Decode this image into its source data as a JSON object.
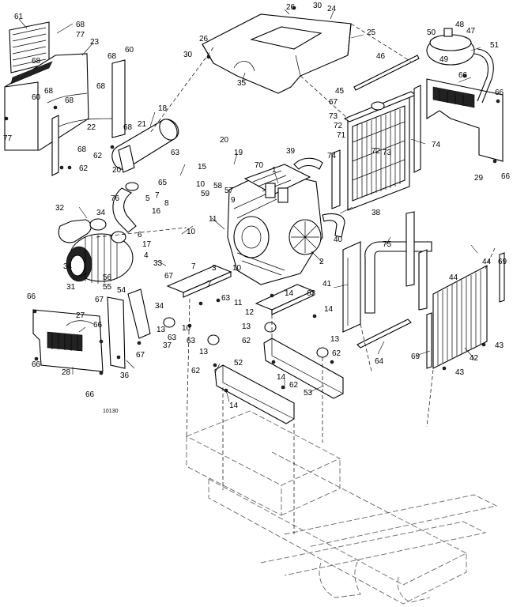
{
  "drawing_id": "10130",
  "callouts": [
    {
      "id": "c61",
      "text": "61"
    },
    {
      "id": "c68a",
      "text": "68"
    },
    {
      "id": "c77a",
      "text": "77"
    },
    {
      "id": "c23",
      "text": "23"
    },
    {
      "id": "c60a",
      "text": "60"
    },
    {
      "id": "c68b",
      "text": "68"
    },
    {
      "id": "c68c",
      "text": "68"
    },
    {
      "id": "c68d",
      "text": "68"
    },
    {
      "id": "c68e",
      "text": "68"
    },
    {
      "id": "c60b",
      "text": "60"
    },
    {
      "id": "c68f",
      "text": "68"
    },
    {
      "id": "c77b",
      "text": "77"
    },
    {
      "id": "c22",
      "text": "22"
    },
    {
      "id": "c68g",
      "text": "68"
    },
    {
      "id": "c68h",
      "text": "68"
    },
    {
      "id": "c62a",
      "text": "62"
    },
    {
      "id": "c62b",
      "text": "62"
    },
    {
      "id": "c18",
      "text": "18"
    },
    {
      "id": "c21",
      "text": "21"
    },
    {
      "id": "c26a",
      "text": "26"
    },
    {
      "id": "c30a",
      "text": "30"
    },
    {
      "id": "c24",
      "text": "24"
    },
    {
      "id": "c25",
      "text": "25"
    },
    {
      "id": "c26b",
      "text": "26"
    },
    {
      "id": "c30b",
      "text": "30"
    },
    {
      "id": "c35",
      "text": "35"
    },
    {
      "id": "c50",
      "text": "50"
    },
    {
      "id": "c48",
      "text": "48"
    },
    {
      "id": "c47",
      "text": "47"
    },
    {
      "id": "c49",
      "text": "49"
    },
    {
      "id": "c51",
      "text": "51"
    },
    {
      "id": "c46",
      "text": "46"
    },
    {
      "id": "c66a",
      "text": "66"
    },
    {
      "id": "c66b",
      "text": "66"
    },
    {
      "id": "c45",
      "text": "45"
    },
    {
      "id": "c67a",
      "text": "67"
    },
    {
      "id": "c73a",
      "text": "73"
    },
    {
      "id": "c72a",
      "text": "72"
    },
    {
      "id": "c71",
      "text": "71"
    },
    {
      "id": "c72b",
      "text": "72"
    },
    {
      "id": "c73b",
      "text": "73"
    },
    {
      "id": "c74a",
      "text": "74"
    },
    {
      "id": "c74b",
      "text": "74"
    },
    {
      "id": "c29",
      "text": "29"
    },
    {
      "id": "c66c",
      "text": "66"
    },
    {
      "id": "c39",
      "text": "39"
    },
    {
      "id": "c38",
      "text": "38"
    },
    {
      "id": "c20a",
      "text": "20"
    },
    {
      "id": "c19",
      "text": "19"
    },
    {
      "id": "c70",
      "text": "70"
    },
    {
      "id": "c1",
      "text": "1"
    },
    {
      "id": "c63a",
      "text": "63"
    },
    {
      "id": "c15",
      "text": "15"
    },
    {
      "id": "c65",
      "text": "65"
    },
    {
      "id": "c10a",
      "text": "10"
    },
    {
      "id": "c58",
      "text": "58"
    },
    {
      "id": "c59",
      "text": "59"
    },
    {
      "id": "c57",
      "text": "57"
    },
    {
      "id": "c9",
      "text": "9"
    },
    {
      "id": "c20b",
      "text": "20"
    },
    {
      "id": "c76",
      "text": "76"
    },
    {
      "id": "c7a",
      "text": "7"
    },
    {
      "id": "c8",
      "text": "8"
    },
    {
      "id": "c5",
      "text": "5"
    },
    {
      "id": "c16",
      "text": "16"
    },
    {
      "id": "c6",
      "text": "6"
    },
    {
      "id": "c10b",
      "text": "10"
    },
    {
      "id": "c11a",
      "text": "11"
    },
    {
      "id": "c17",
      "text": "17"
    },
    {
      "id": "c32",
      "text": "32"
    },
    {
      "id": "c34a",
      "text": "34"
    },
    {
      "id": "c40",
      "text": "40"
    },
    {
      "id": "c2",
      "text": "2"
    },
    {
      "id": "c75",
      "text": "75"
    },
    {
      "id": "c44a",
      "text": "44"
    },
    {
      "id": "c69a",
      "text": "69"
    },
    {
      "id": "c44b",
      "text": "44"
    },
    {
      "id": "c4",
      "text": "4"
    },
    {
      "id": "c33",
      "text": "33"
    },
    {
      "id": "c3",
      "text": "3"
    },
    {
      "id": "c7b",
      "text": "7"
    },
    {
      "id": "c10c",
      "text": "10"
    },
    {
      "id": "c7c",
      "text": "7"
    },
    {
      "id": "c34b",
      "text": "34"
    },
    {
      "id": "c31",
      "text": "31"
    },
    {
      "id": "c56",
      "text": "56"
    },
    {
      "id": "c55",
      "text": "55"
    },
    {
      "id": "c54",
      "text": "54"
    },
    {
      "id": "c67b",
      "text": "67"
    },
    {
      "id": "c67c",
      "text": "67"
    },
    {
      "id": "c66d",
      "text": "66"
    },
    {
      "id": "c27",
      "text": "27"
    },
    {
      "id": "c66e",
      "text": "66"
    },
    {
      "id": "c66f",
      "text": "66"
    },
    {
      "id": "c28",
      "text": "28"
    },
    {
      "id": "c36",
      "text": "36"
    },
    {
      "id": "c66g",
      "text": "66"
    },
    {
      "id": "c67d",
      "text": "67"
    },
    {
      "id": "c37",
      "text": "37"
    },
    {
      "id": "c34c",
      "text": "34"
    },
    {
      "id": "c13a",
      "text": "13"
    },
    {
      "id": "c63b",
      "text": "63"
    },
    {
      "id": "c10d",
      "text": "10"
    },
    {
      "id": "c63c",
      "text": "63"
    },
    {
      "id": "c63d",
      "text": "63"
    },
    {
      "id": "c11b",
      "text": "11"
    },
    {
      "id": "c13b",
      "text": "13"
    },
    {
      "id": "c14a",
      "text": "14"
    },
    {
      "id": "c63e",
      "text": "63"
    },
    {
      "id": "c12",
      "text": "12"
    },
    {
      "id": "c14b",
      "text": "14"
    },
    {
      "id": "c41",
      "text": "41"
    },
    {
      "id": "c13c",
      "text": "13"
    },
    {
      "id": "c62c",
      "text": "62"
    },
    {
      "id": "c13d",
      "text": "13"
    },
    {
      "id": "c62d",
      "text": "62"
    },
    {
      "id": "c64",
      "text": "64"
    },
    {
      "id": "c69b",
      "text": "69"
    },
    {
      "id": "c42",
      "text": "42"
    },
    {
      "id": "c43a",
      "text": "43"
    },
    {
      "id": "c43b",
      "text": "43"
    },
    {
      "id": "c62e",
      "text": "62"
    },
    {
      "id": "c52",
      "text": "52"
    },
    {
      "id": "c14c",
      "text": "14"
    },
    {
      "id": "c62f",
      "text": "62"
    },
    {
      "id": "c53",
      "text": "53"
    },
    {
      "id": "c14d",
      "text": "14"
    }
  ]
}
